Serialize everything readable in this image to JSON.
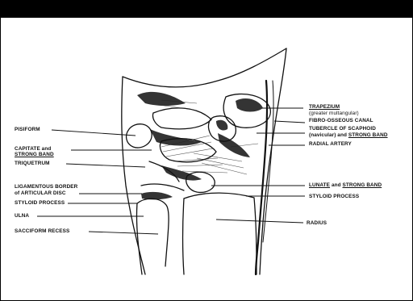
{
  "figure": {
    "left_labels": {
      "pisiform": "PISIFORM",
      "capitate_line1_prefix": "CAPITATE and",
      "capitate_line2_emph": "STRONG BAND",
      "triquetrum": "TRIQUETRUM",
      "ligamentous_line1": "LIGAMENTOUS BORDER",
      "ligamentous_line2": "of ARTICULAR DISC",
      "styloid_left": "STYLOID PROCESS",
      "ulna": "ULNA",
      "sacciform": "SACCIFORM RECESS"
    },
    "right_labels": {
      "trapezium": "TRAPEZIUM",
      "trapezium_sub": "(greater multangular)",
      "fibro": "FIBRO-OSSEOUS CANAL",
      "tubercle": "TUBERCLE OF SCAPHOID",
      "navicular_prefix": "(navicular) and",
      "navicular_emph": "STRONG BAND",
      "radial_artery": "RADIAL ARTERY",
      "lunate": "LUNATE",
      "lunate_mid": "and",
      "lunate_emph": "STRONG BAND",
      "styloid_right": "STYLOID PROCESS",
      "radius": "RADIUS"
    }
  }
}
